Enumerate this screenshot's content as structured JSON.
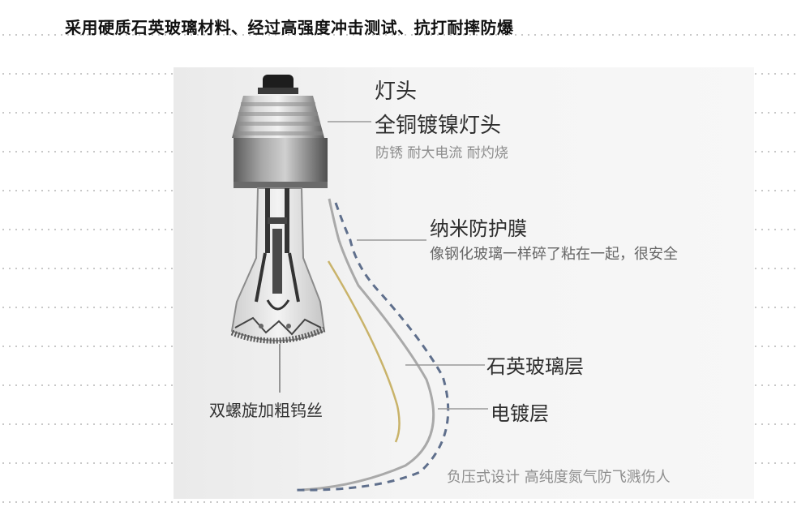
{
  "heading": "采用硬质石英玻璃材料、经过高强度冲击测试、抗打耐摔防爆",
  "labels": {
    "cap_title": "灯头",
    "cap_main": "全铜镀镍灯头",
    "cap_sub": "防锈 耐大电流 耐灼烧",
    "film_main": "纳米防护膜",
    "film_sub": "像钢化玻璃一样碎了粘在一起，很安全",
    "quartz": "石英玻璃层",
    "plating": "电镀层",
    "filament": "双螺旋加粗钨丝",
    "bottom_note": "负压式设计 高纯度氮气防飞溅伤人"
  },
  "colors": {
    "background": "#ffffff",
    "panel": "#f2f2f2",
    "filament_line": "#c9b36a",
    "quartz_line": "#a9a9a9",
    "film_dashed_line": "#5f6f8c",
    "leader_line": "#9a9a9a"
  }
}
